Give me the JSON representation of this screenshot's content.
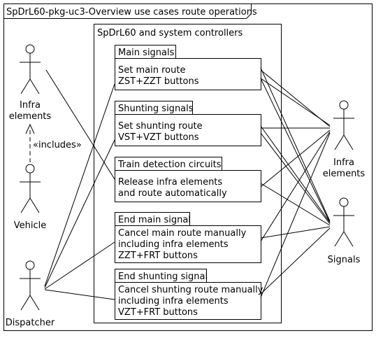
{
  "diagram": {
    "frame_title": "SpDrL60-pkg-uc3-Overview use cases route operations",
    "system_title": "SpDrL60 and system controllers",
    "includes_label": "«includes»"
  },
  "actors": {
    "infra_left": [
      "Infra",
      "elements"
    ],
    "vehicle": [
      "Vehicle"
    ],
    "dispatcher": [
      "Dispatcher"
    ],
    "infra_right": [
      "Infra",
      "elements"
    ],
    "signals": [
      "Signals"
    ]
  },
  "packages": [
    {
      "tab": "Main signals",
      "lines": [
        "Set main route",
        "ZST+ZZT buttons"
      ]
    },
    {
      "tab": "Shunting signals",
      "lines": [
        "Set shunting route",
        "VST+VZT buttons"
      ]
    },
    {
      "tab": "Train detection circuits",
      "lines": [
        "Release infra elements",
        "and route automatically"
      ]
    },
    {
      "tab": "End main signal",
      "lines": [
        "Cancel main route manually",
        "including infra elements",
        "ZZT+FRT buttons"
      ]
    },
    {
      "tab": "End shunting signal",
      "lines": [
        "Cancel shunting route manually",
        "including infra elements",
        "VZT+FRT buttons"
      ]
    }
  ]
}
